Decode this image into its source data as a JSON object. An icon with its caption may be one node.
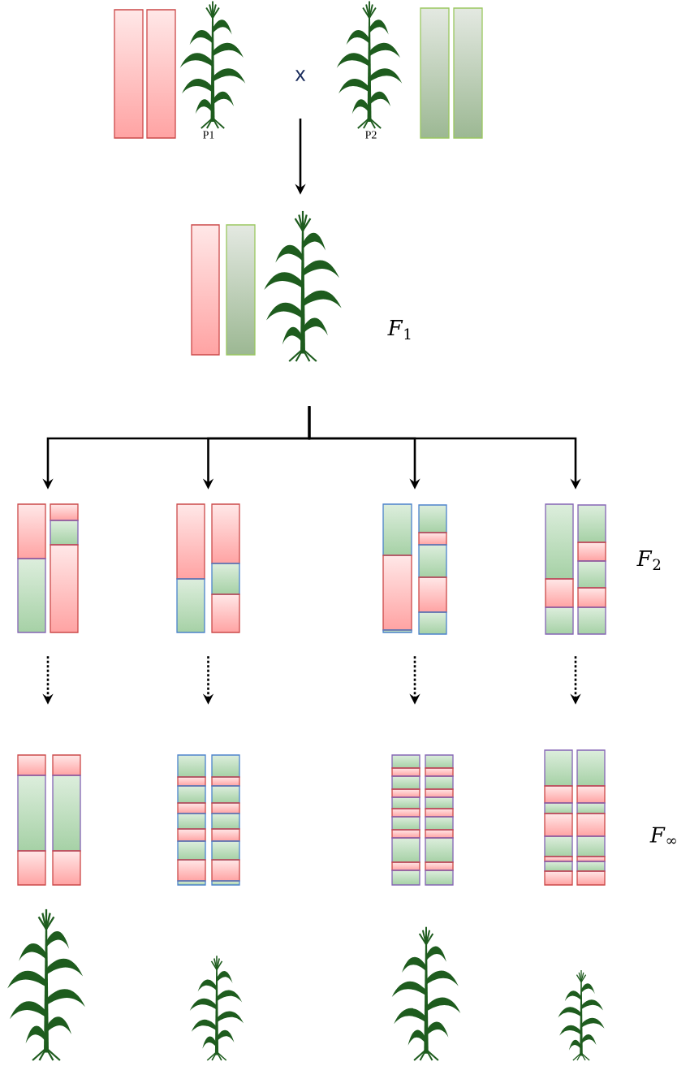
{
  "diagram": {
    "nodes": [
      {
        "text": [
          "P1"
        ]
      },
      {
        "text": [
          "P2"
        ]
      },
      {
        "text": [
          "x"
        ]
      },
      {
        "text": [],
        "shape": "picture",
        "beside": [
          "*F*$_{1}$"
        ]
      },
      {
        "text": [],
        "shape": "picture"
      },
      {
        "text": [],
        "shape": "picture"
      },
      {
        "text": [],
        "shape": "picture"
      },
      {
        "text": [],
        "shape": "picture"
      },
      {
        "text": [],
        "shape": "picture"
      },
      {
        "text": [],
        "shape": "picture"
      },
      {
        "text": [],
        "shape": "picture"
      },
      {
        "text": [],
        "shape": "picture"
      }
    ],
    "edges": [
      {
        "from": 2,
        "to": 3,
        "arrow": "to"
      },
      {
        "from": 3,
        "to": 4,
        "arrow": "to"
      },
      {
        "from": 3,
        "to": 5,
        "arrow": "to"
      },
      {
        "from": 3,
        "to": 6,
        "arrow": "to"
      },
      {
        "from": 3,
        "to": 7,
        "arrow": "to"
      },
      {
        "from": 4,
        "to": 8,
        "arrow": "to",
        "style": "dashed"
      },
      {
        "from": 5,
        "to": 9,
        "arrow": "to",
        "style": "dashed"
      },
      {
        "from": 6,
        "to": 10,
        "arrow": "to",
        "style": "dashed"
      },
      {
        "from": 7,
        "to": 11,
        "arrow": "to",
        "style": "dashed"
      }
    ],
    "labels": [
      "*F*$_{2}$",
      "*F*$_{∞}$"
    ]
  }
}
